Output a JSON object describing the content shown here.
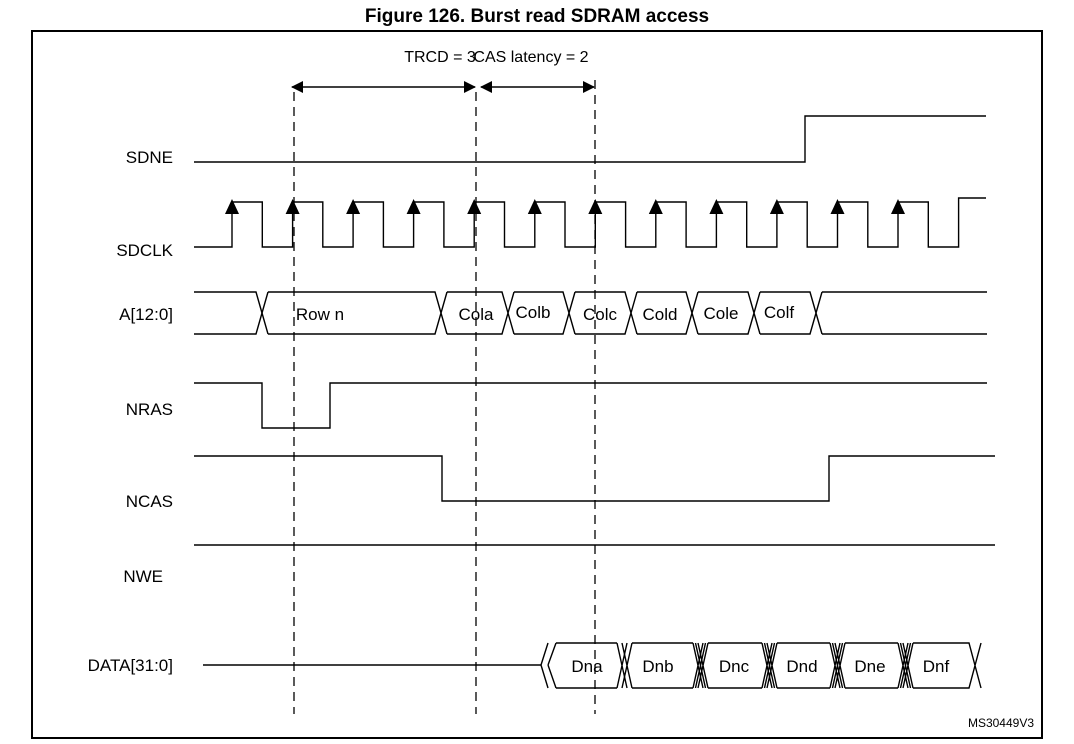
{
  "figure": {
    "title": "Figure 126. Burst read SDRAM access",
    "reference": "MS30449V3"
  },
  "annotations": {
    "trcd_label": "TRCD = 3",
    "cas_label": "CAS latency = 2",
    "trcd_cycles": 3,
    "cas_latency_cycles": 2
  },
  "timing": {
    "clock_cycles_shown": 13,
    "markers_at_cycle": [
      2,
      5,
      7
    ]
  },
  "signals": [
    {
      "id": "sdne",
      "label": "SDNE",
      "type": "level",
      "description": "low until cycle 11, then high"
    },
    {
      "id": "sdclk",
      "label": "SDCLK",
      "type": "clock"
    },
    {
      "id": "addr",
      "label": "A[12:0]",
      "type": "bus",
      "values": [
        "Row n",
        "Cola",
        "Colb",
        "Colc",
        "Cold",
        "Cole",
        "Colf"
      ]
    },
    {
      "id": "nras",
      "label": "NRAS",
      "type": "level",
      "description": "low pulse around cycle 2"
    },
    {
      "id": "ncas",
      "label": "NCAS",
      "type": "level",
      "description": "low from cycle 5 to cycle 11"
    },
    {
      "id": "nwe",
      "label": "NWE",
      "type": "level",
      "description": "high throughout"
    },
    {
      "id": "data",
      "label": "DATA[31:0]",
      "type": "bus",
      "values": [
        "Dna",
        "Dnb",
        "Dnc",
        "Dnd",
        "Dne",
        "Dnf"
      ]
    }
  ]
}
